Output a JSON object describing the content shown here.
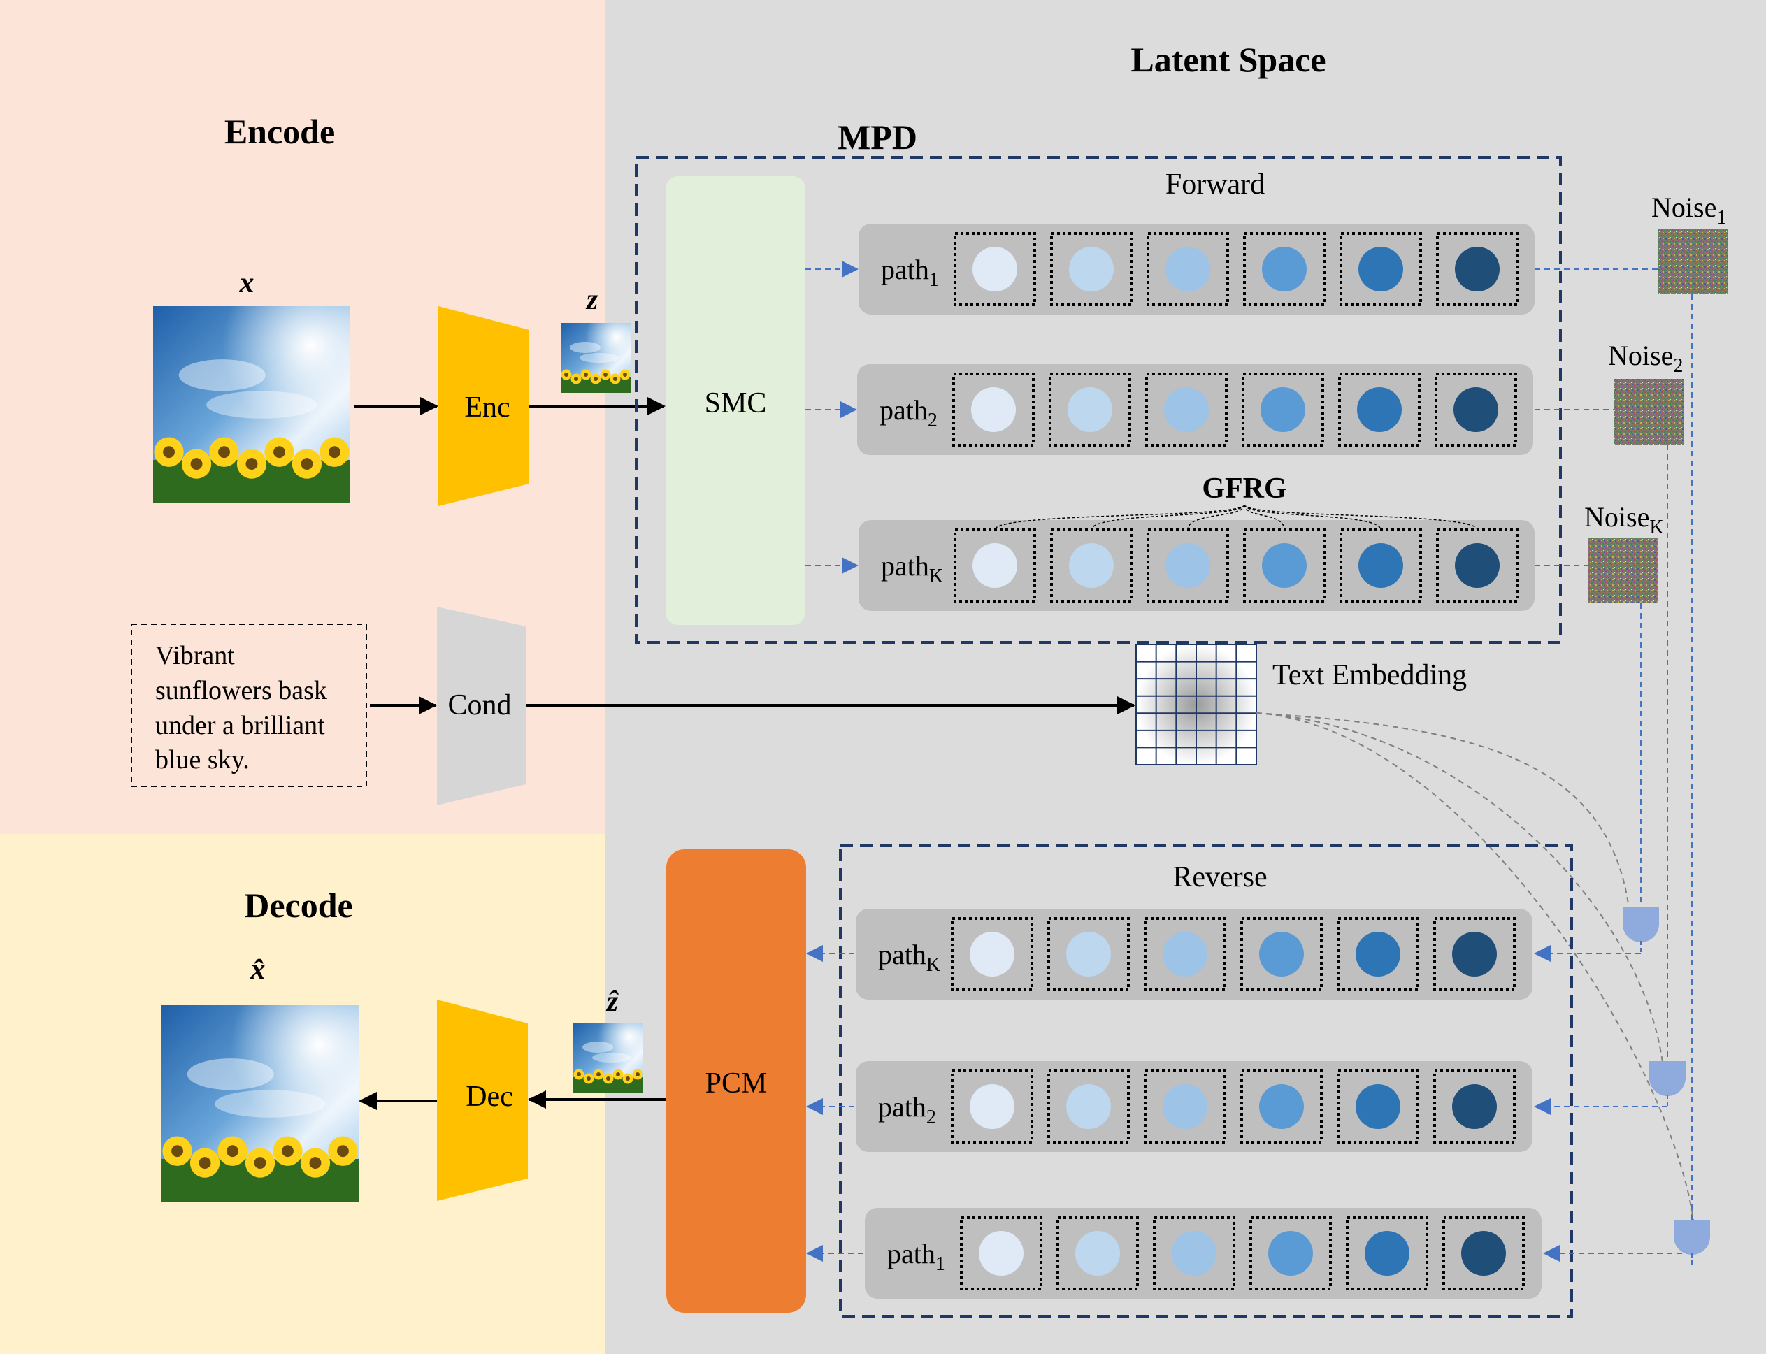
{
  "sections": {
    "encode": "Encode",
    "decode": "Decode",
    "latent_space": "Latent Space"
  },
  "symbols": {
    "x": "x",
    "z": "z",
    "x_hat": "x̂",
    "z_hat": "ẑ"
  },
  "blocks": {
    "enc": "Enc",
    "dec": "Dec",
    "cond": "Cond",
    "smc": "SMC",
    "pcm": "PCM",
    "mpd": "MPD",
    "gfrg": "GFRG"
  },
  "forward": {
    "title": "Forward",
    "paths": [
      {
        "base": "path",
        "sub": "1"
      },
      {
        "base": "path",
        "sub": "2"
      },
      {
        "base": "path",
        "sub": "K"
      }
    ]
  },
  "reverse": {
    "title": "Reverse",
    "paths": [
      {
        "base": "path",
        "sub": "K"
      },
      {
        "base": "path",
        "sub": "2"
      },
      {
        "base": "path",
        "sub": "1"
      }
    ]
  },
  "noise": [
    {
      "base": "Noise",
      "sub": "1"
    },
    {
      "base": "Noise",
      "sub": "2"
    },
    {
      "base": "Noise",
      "sub": "K"
    }
  ],
  "text_embedding": "Text Embedding",
  "prompt_lines": [
    "Vibrant",
    "sunflowers bask",
    "under a brilliant",
    "blue sky."
  ],
  "colors": {
    "encode_bg": "#fce5d8",
    "decode_bg": "#fff1cc",
    "latent_bg": "#dcdcdc",
    "enc_dec": "#ffc000",
    "cond": "#d6d6d6",
    "smc": "#e2efda",
    "pcm": "#ed7d31",
    "path_bar": "#bfbfbf",
    "dashed_blue": "#4472c4",
    "dark_navy": "#1f3864",
    "circles": [
      "#dfeaf6",
      "#bdd7ee",
      "#9dc3e6",
      "#5b9bd5",
      "#2e75b6",
      "#1f4e79"
    ]
  }
}
